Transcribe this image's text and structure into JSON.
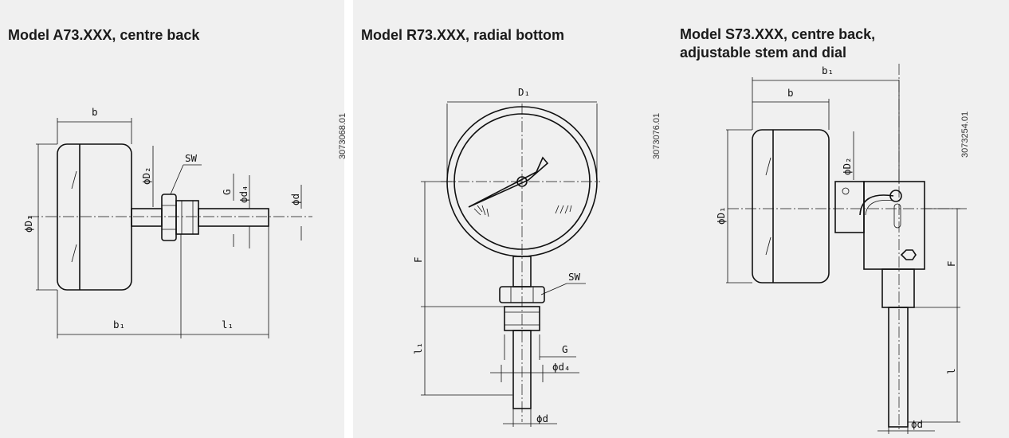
{
  "panels": [
    {
      "title": "Model A73.XXX, centre back",
      "code": "3073068.01"
    },
    {
      "title": "Model R73.XXX, radial bottom",
      "code": "3073076.01"
    },
    {
      "title_line1": "Model S73.XXX, centre back,",
      "title_line2": "adjustable stem and dial",
      "code": "3073254.01"
    }
  ],
  "labels": {
    "b": "b",
    "b1": "b₁",
    "D1": "ϕD₁",
    "D2": "ϕD₂",
    "SW": "SW",
    "G": "G",
    "d4": "ϕd₄",
    "d": "ϕd",
    "l1": "l₁",
    "D1r": "D₁",
    "F": "F",
    "l": "l"
  }
}
